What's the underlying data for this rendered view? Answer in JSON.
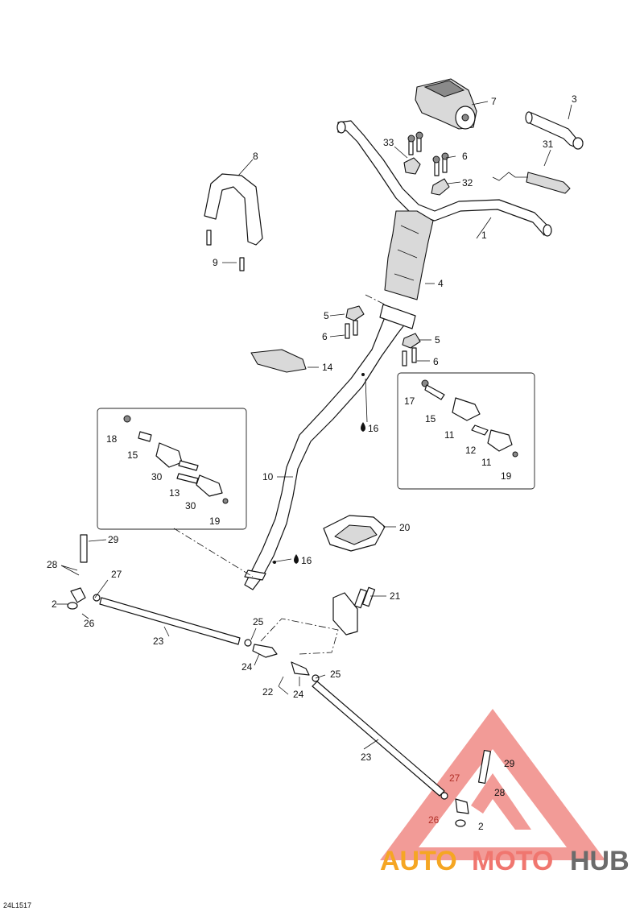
{
  "diagram": {
    "labels": {
      "l1": "1",
      "l2a": "2",
      "l2b": "2",
      "l3": "3",
      "l4": "4",
      "l5a": "5",
      "l5b": "5",
      "l6a": "6",
      "l6b": "6",
      "l6c": "6",
      "l7": "7",
      "l8": "8",
      "l9": "9",
      "l10": "10",
      "l11a": "11",
      "l11b": "11",
      "l12": "12",
      "l13": "13",
      "l14": "14",
      "l15a": "15",
      "l15b": "15",
      "l16a": "16",
      "l16b": "16",
      "l17": "17",
      "l18": "18",
      "l19a": "19",
      "l19b": "19",
      "l20": "20",
      "l21": "21",
      "l22": "22",
      "l23a": "23",
      "l23b": "23",
      "l24a": "24",
      "l24b": "24",
      "l25a": "25",
      "l25b": "25",
      "l26a": "26",
      "l26b": "26",
      "l27a": "27",
      "l27b": "27",
      "l28a": "28",
      "l28b": "28",
      "l29a": "29",
      "l29b": "29",
      "l30a": "30",
      "l30b": "30",
      "l31": "31",
      "l32": "32",
      "l33": "33"
    },
    "drawing_code": "24L1517"
  },
  "watermark": {
    "part1": "AUTO",
    "part2": "MOTO",
    "part3": "HUB",
    "colors": {
      "orange": "#f5a623",
      "red": "#f0766f",
      "grey": "#6b6b6b",
      "triangle": "#f08a85"
    }
  }
}
